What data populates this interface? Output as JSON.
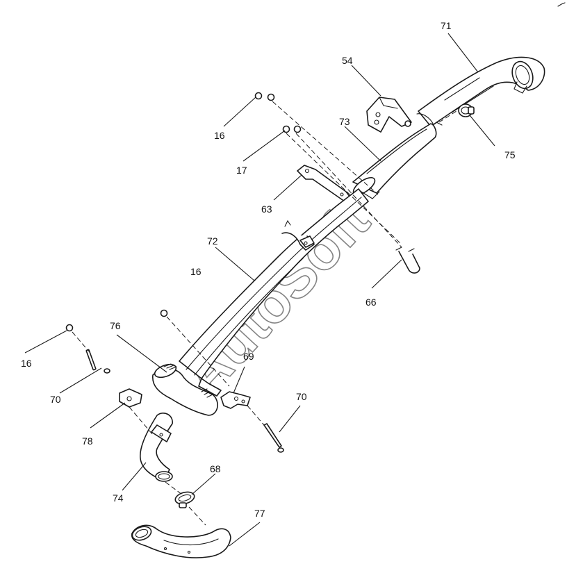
{
  "callouts": {
    "c71": "71",
    "c54": "54",
    "c73": "73",
    "c75": "75",
    "c16a": "16",
    "c17": "17",
    "c63": "63",
    "c72": "72",
    "c66": "66",
    "c16b": "16",
    "c76": "76",
    "c16c": "16",
    "c69": "69",
    "c70a": "70",
    "c70b": "70",
    "c78": "78",
    "c74": "74",
    "c68": "68",
    "c77": "77"
  },
  "watermark": "AutoSoft",
  "colors": {
    "line": "#1a1a1a",
    "watermark": "#666666",
    "background": "#ffffff"
  }
}
